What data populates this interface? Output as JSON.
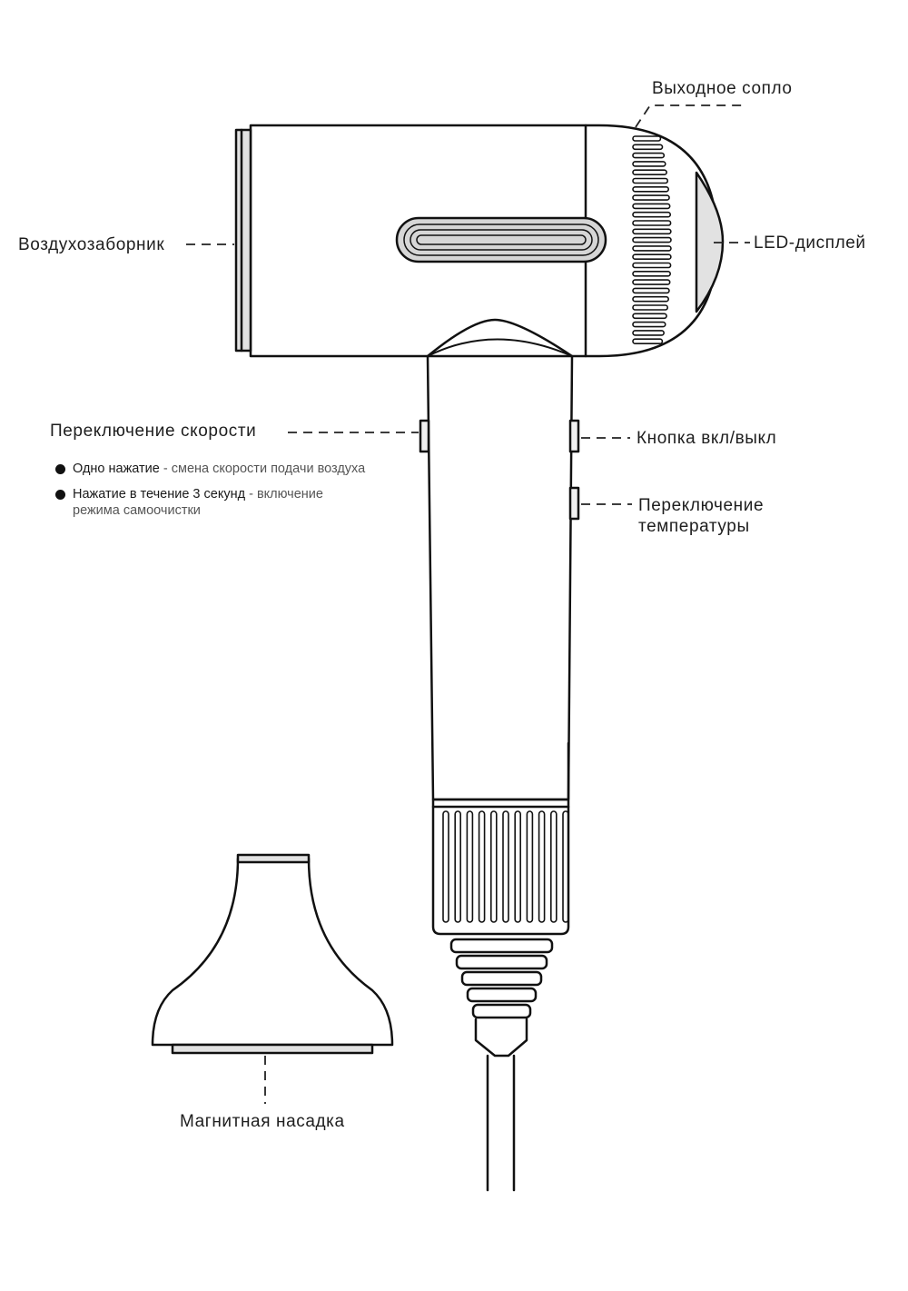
{
  "labels": {
    "nozzle": "Выходное сопло",
    "intake": "Воздухозаборник",
    "led": "LED-дисплей",
    "speed": "Переключение скорости",
    "power": "Кнопка вкл/выкл",
    "temp_line1": "Переключение",
    "temp_line2": "температуры",
    "magnetic": "Магнитная насадка"
  },
  "notes": [
    {
      "strong": "Одно нажатие",
      "rest": " - смена скорости подачи воздуха"
    },
    {
      "strong": "Нажатие в течение 3 секунд",
      "rest": " - включение",
      "line2": "режима самоочистки"
    }
  ],
  "colors": {
    "stroke": "#111111",
    "panel": "#dcdcdc",
    "bullet": "#111111"
  }
}
